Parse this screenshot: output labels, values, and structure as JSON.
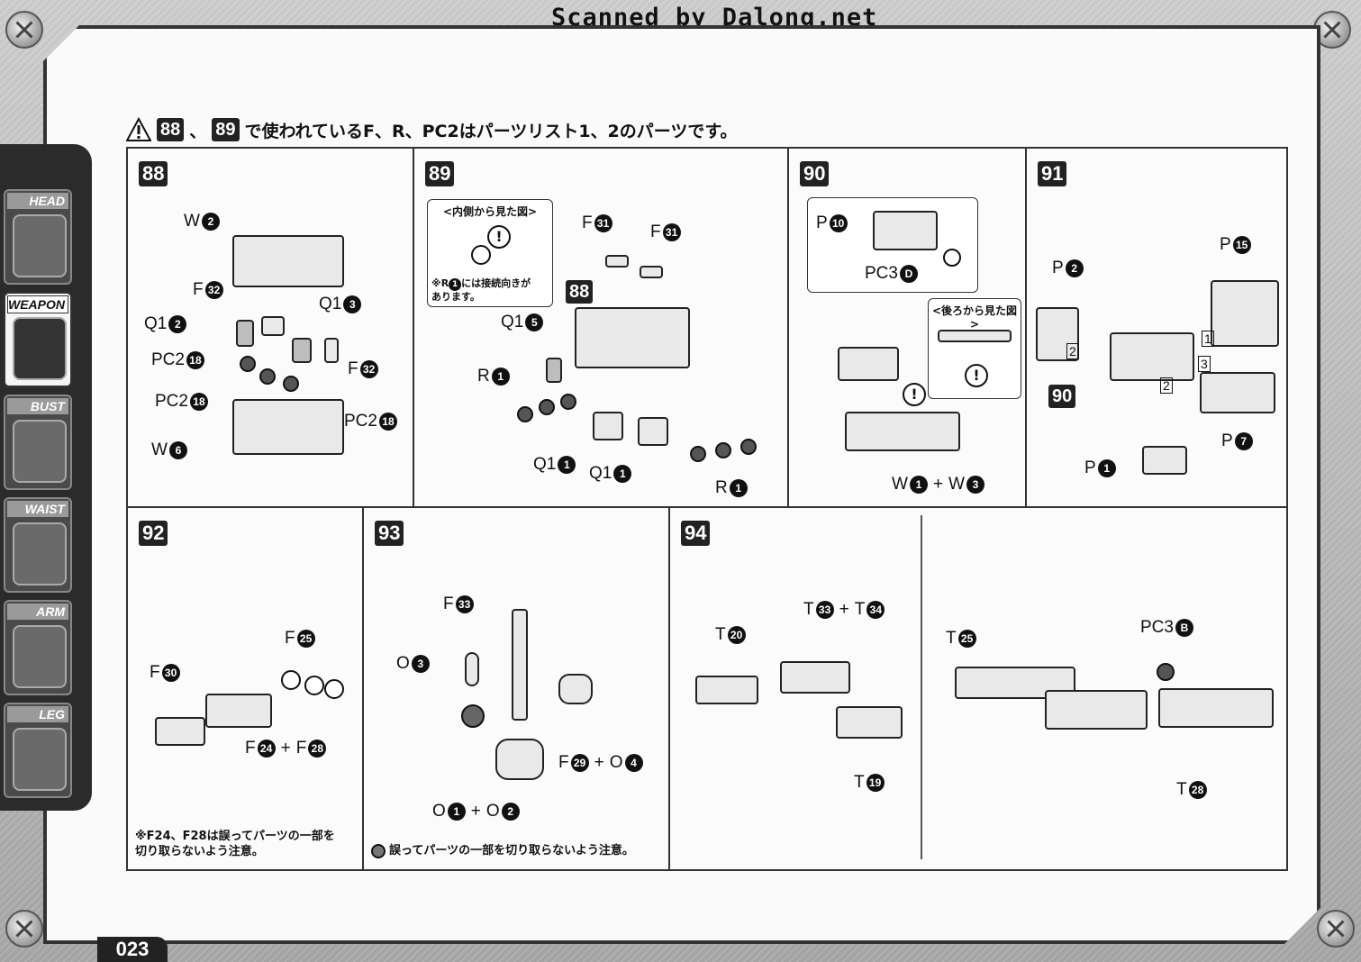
{
  "scan_credit": "Scanned by Dalong.net",
  "sidebar": {
    "tabs": [
      {
        "label": "HEAD",
        "icon": "head-part-icon"
      },
      {
        "label": "WEAPON",
        "icon": "weapon-part-icon",
        "active": true
      },
      {
        "label": "BUST",
        "icon": "bust-part-icon"
      },
      {
        "label": "WAIST",
        "icon": "waist-part-icon"
      },
      {
        "label": "ARM",
        "icon": "arm-part-icon"
      },
      {
        "label": "LEG",
        "icon": "leg-part-icon"
      }
    ]
  },
  "warning": {
    "step_a": "88",
    "sep": "、",
    "step_b": "89",
    "text": "で使われているF、R、PC2はパーツリスト1、2のパーツです。"
  },
  "steps": {
    "s88": {
      "number": "88",
      "labels": {
        "w2": {
          "letter": "W",
          "num": "2"
        },
        "f32a": {
          "letter": "F",
          "num": "32"
        },
        "q1_2": {
          "letter": "Q1",
          "num": "2"
        },
        "q1_3": {
          "letter": "Q1",
          "num": "3"
        },
        "pc2_18a": {
          "letter": "PC2",
          "num": "18"
        },
        "f32b": {
          "letter": "F",
          "num": "32"
        },
        "pc2_18b": {
          "letter": "PC2",
          "num": "18"
        },
        "pc2_18c": {
          "letter": "PC2",
          "num": "18"
        },
        "w6": {
          "letter": "W",
          "num": "6"
        }
      }
    },
    "s89": {
      "number": "89",
      "inset_title": "<内側から見た図>",
      "inset_note_prefix": "※R",
      "inset_note_num": "1",
      "inset_note_line1": "には接続向きが",
      "inset_note_line2": "あります。",
      "sub_step": "88",
      "labels": {
        "f31a": {
          "letter": "F",
          "num": "31"
        },
        "f31b": {
          "letter": "F",
          "num": "31"
        },
        "q1_5": {
          "letter": "Q1",
          "num": "5"
        },
        "r1a": {
          "letter": "R",
          "num": "1"
        },
        "q1_1a": {
          "letter": "Q1",
          "num": "1"
        },
        "q1_1b": {
          "letter": "Q1",
          "num": "1"
        },
        "r1b": {
          "letter": "R",
          "num": "1"
        }
      }
    },
    "s90": {
      "number": "90",
      "inset_back_title": "<後ろから見た図>",
      "labels": {
        "p10": {
          "letter": "P",
          "num": "10"
        },
        "pc3d": {
          "letter": "PC3",
          "num": "D"
        },
        "w1": {
          "letter": "W",
          "num": "1"
        },
        "w3": {
          "letter": "W",
          "num": "3"
        }
      }
    },
    "s91": {
      "number": "91",
      "sub_step": "90",
      "order_1": "1",
      "order_2a": "2",
      "order_2b": "2",
      "order_3": "3",
      "labels": {
        "p2": {
          "letter": "P",
          "num": "2"
        },
        "p15": {
          "letter": "P",
          "num": "15"
        },
        "p7": {
          "letter": "P",
          "num": "7"
        },
        "p1": {
          "letter": "P",
          "num": "1"
        }
      }
    },
    "s92": {
      "number": "92",
      "note_prefix": "※F",
      "note_num_a": "24",
      "note_sep": "、F",
      "note_num_b": "28",
      "note_line1": "は誤ってパーツの一部を",
      "note_line2": "切り取らないよう注意。",
      "labels": {
        "f25": {
          "letter": "F",
          "num": "25"
        },
        "f30": {
          "letter": "F",
          "num": "30"
        },
        "f24": {
          "letter": "F",
          "num": "24"
        },
        "f28": {
          "letter": "F",
          "num": "28"
        }
      }
    },
    "s93": {
      "number": "93",
      "note": "誤ってパーツの一部を切り取らないよう注意。",
      "labels": {
        "f33": {
          "letter": "F",
          "num": "33"
        },
        "o3": {
          "letter": "O",
          "num": "3"
        },
        "f29": {
          "letter": "F",
          "num": "29"
        },
        "o4": {
          "letter": "O",
          "num": "4"
        },
        "o1": {
          "letter": "O",
          "num": "1"
        },
        "o2": {
          "letter": "O",
          "num": "2"
        }
      }
    },
    "s94": {
      "number": "94",
      "labels": {
        "t20": {
          "letter": "T",
          "num": "20"
        },
        "t33": {
          "letter": "T",
          "num": "33"
        },
        "t34": {
          "letter": "T",
          "num": "34"
        },
        "t19": {
          "letter": "T",
          "num": "19"
        },
        "t25": {
          "letter": "T",
          "num": "25"
        },
        "pc3b": {
          "letter": "PC3",
          "num": "B"
        },
        "t28": {
          "letter": "T",
          "num": "28"
        }
      }
    }
  },
  "plus": "+",
  "page_number": "023"
}
